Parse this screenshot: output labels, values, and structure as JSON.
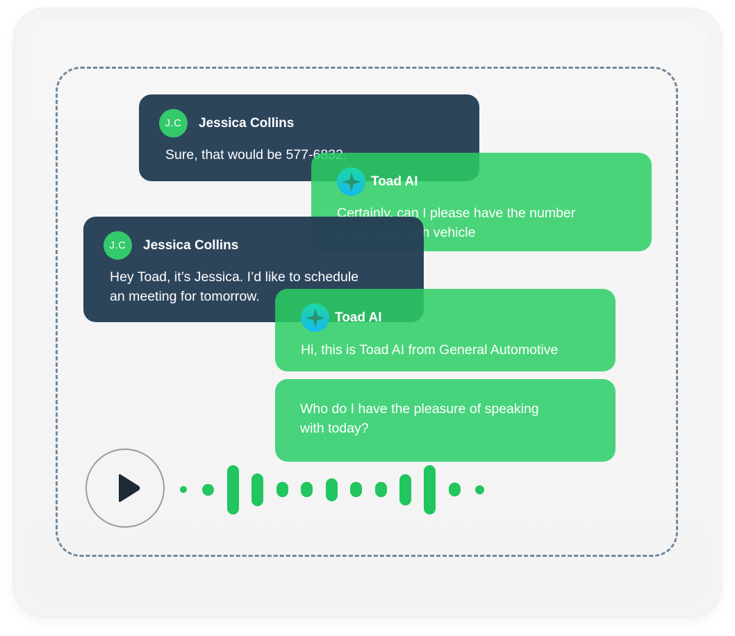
{
  "conversation": {
    "messages": [
      {
        "role": "user",
        "avatar_initials": "J.C",
        "sender": "Jessica Collins",
        "text": "Sure, that would be 577-6832."
      },
      {
        "role": "ai",
        "sender": "Toad AI",
        "text": "Certainly, can I please have the number\nassociated with vehicle"
      },
      {
        "role": "user",
        "avatar_initials": "J.C",
        "sender": "Jessica Collins",
        "text": "Hey Toad, it’s Jessica. I’d like to schedule\nan meeting for tomorrow."
      },
      {
        "role": "ai",
        "sender": "Toad AI",
        "text": "Hi, this is Toad AI from General Automotive"
      },
      {
        "role": "ai",
        "text": "Who do I have the pleasure of speaking\nwith today?"
      }
    ]
  },
  "player": {
    "play_icon": "play-icon",
    "waveform_color": "#22c55e",
    "waveform_levels": [
      0.12,
      0.22,
      1.0,
      0.66,
      0.31,
      0.31,
      0.47,
      0.31,
      0.31,
      0.63,
      1.0,
      0.28,
      0.19
    ]
  },
  "colors": {
    "user_bubble": "#243d54",
    "ai_bubble": "#2bce64",
    "avatar_user": "#34c96b",
    "frame_dash": "#6f889c"
  }
}
